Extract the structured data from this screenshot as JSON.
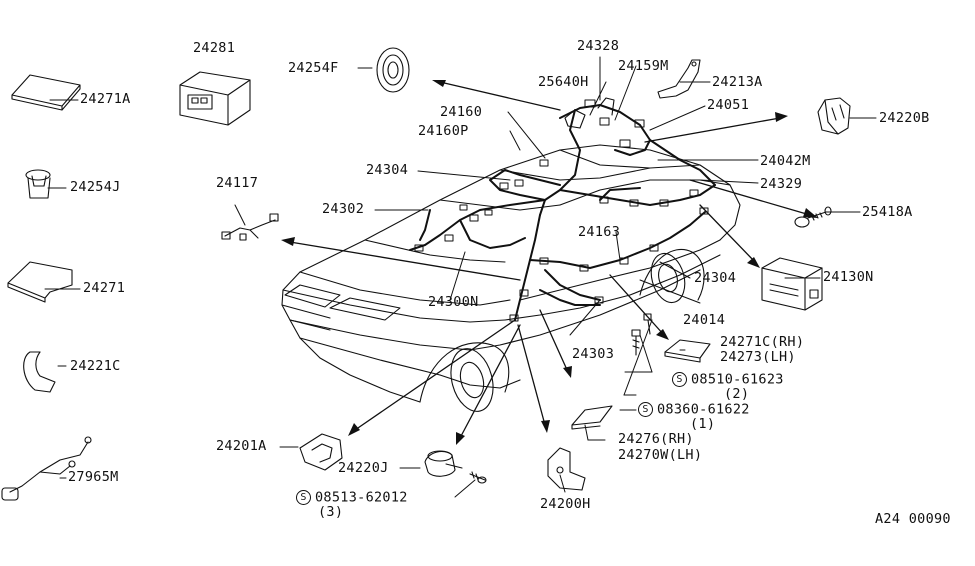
{
  "parts": {
    "p24281": "24281",
    "p24254F": "24254F",
    "p24328": "24328",
    "p24159M": "24159M",
    "p25640H": "25640H",
    "p24213A": "24213A",
    "p24271A": "24271A",
    "p24160": "24160",
    "p24051": "24051",
    "p24220B": "24220B",
    "p24160P": "24160P",
    "p24042M": "24042M",
    "p24254J": "24254J",
    "p24304a": "24304",
    "p24329": "24329",
    "p24117": "24117",
    "p24302": "24302",
    "p25418A": "25418A",
    "p24163": "24163",
    "p24271": "24271",
    "p24304b": "24304",
    "p24130N": "24130N",
    "p24300N": "24300N",
    "p24014": "24014",
    "p24271C": "24271C(RH)",
    "p24273": "24273(LH)",
    "p24221C": "24221C",
    "p24303": "24303",
    "p08510": "08510-61623",
    "p08510q": "(2)",
    "p08360": "08360-61622",
    "p08360q": "(1)",
    "p24201A": "24201A",
    "p24276": "24276(RH)",
    "p24270W": "24270W(LH)",
    "p24220J": "24220J",
    "p27965M": "27965M",
    "p08513": "08513-62012",
    "p08513q": "(3)",
    "p24200H": "24200H",
    "ref": "A24 00090",
    "s_symbol": "S"
  }
}
